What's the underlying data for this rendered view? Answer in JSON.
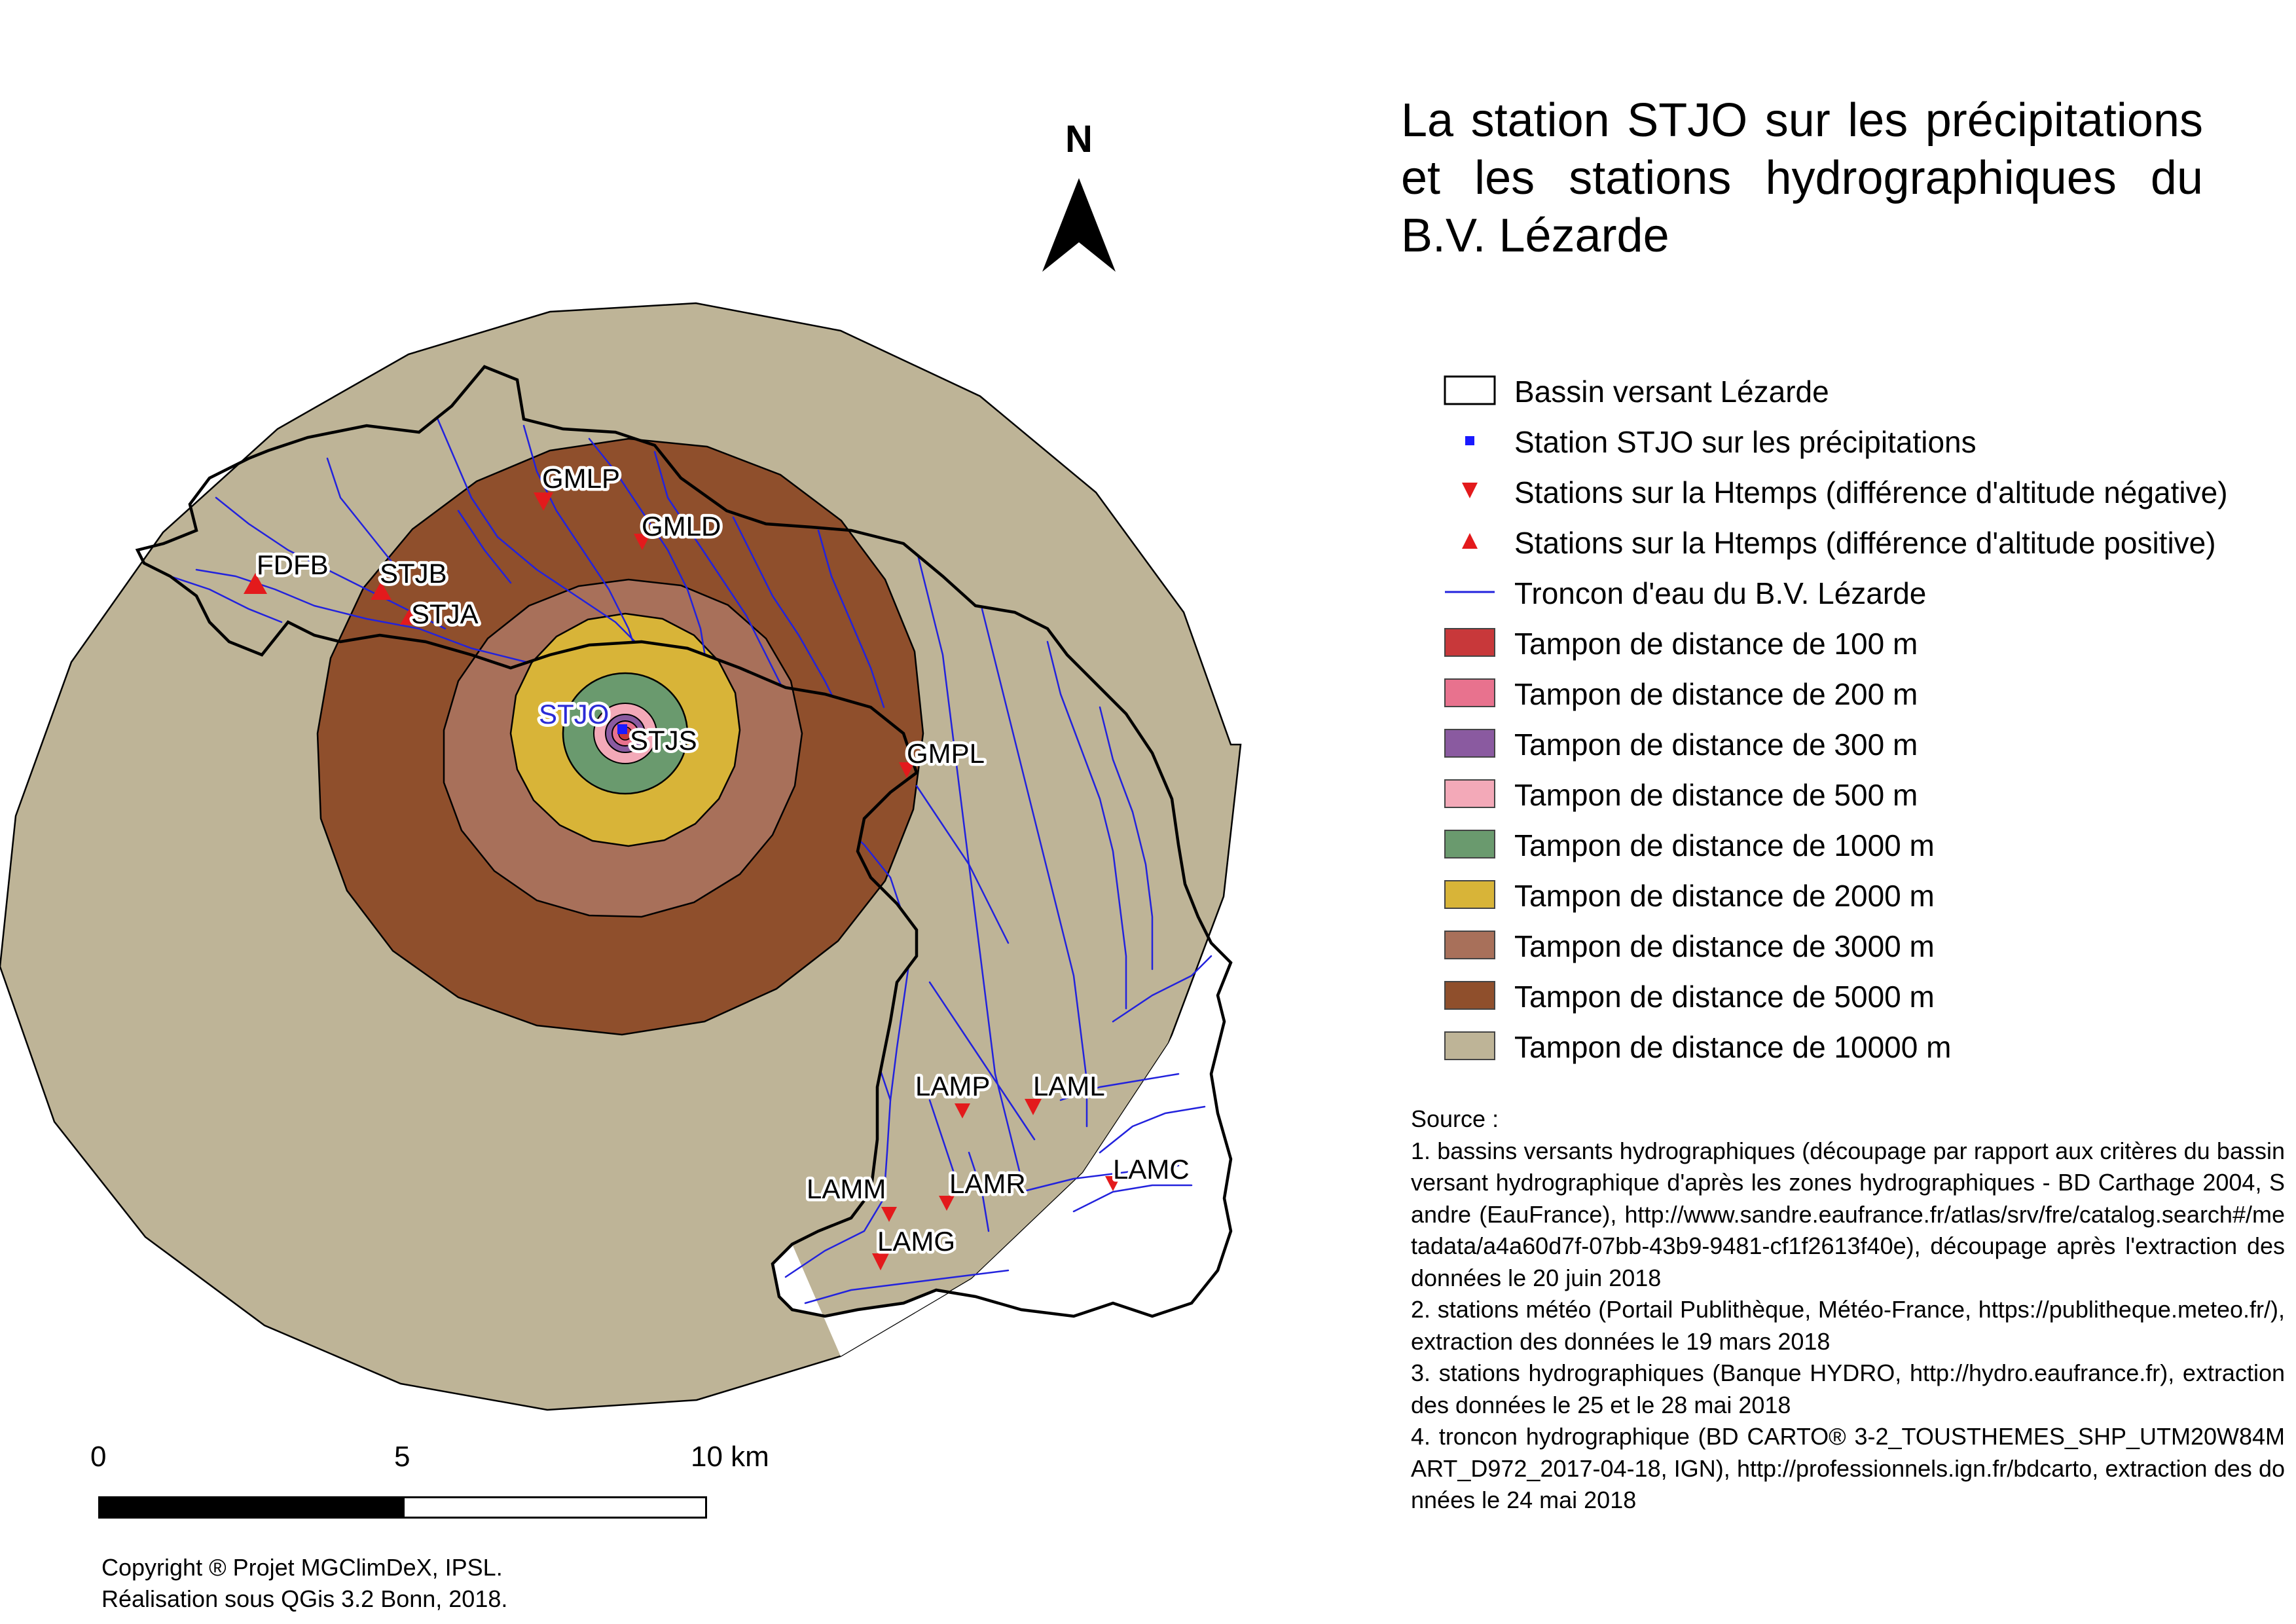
{
  "title": "La station STJO sur les précipitations et les stations hydrographiques du B.V. Lézarde",
  "north_label": "N",
  "legend": [
    {
      "type": "outline",
      "label": "Bassin versant Lézarde"
    },
    {
      "type": "square",
      "color": "#1a1aff",
      "label": "Station STJO sur les précipitations"
    },
    {
      "type": "tri-down",
      "color": "#e31a1c",
      "label": "Stations sur la Htemps (différence d'altitude négative)"
    },
    {
      "type": "tri-up",
      "color": "#e31a1c",
      "label": "Stations sur la Htemps (différence d'altitude positive)"
    },
    {
      "type": "line",
      "color": "#2222dd",
      "label": "Troncon d'eau du B.V. Lézarde"
    },
    {
      "type": "fill",
      "color": "#c8383a",
      "label": "Tampon de distance de 100 m"
    },
    {
      "type": "fill",
      "color": "#e8728e",
      "label": "Tampon de distance de 200 m"
    },
    {
      "type": "fill",
      "color": "#8a5aa0",
      "label": "Tampon de distance de 300 m"
    },
    {
      "type": "fill",
      "color": "#f3a9b8",
      "label": "Tampon de distance de 500 m"
    },
    {
      "type": "fill",
      "color": "#6a9a6e",
      "label": "Tampon de distance de 1000 m"
    },
    {
      "type": "fill",
      "color": "#d8b438",
      "label": "Tampon de distance de 2000 m"
    },
    {
      "type": "fill",
      "color": "#a8705a",
      "label": "Tampon de distance de 3000 m"
    },
    {
      "type": "fill",
      "color": "#8f4f2c",
      "label": "Tampon de distance de 5000 m"
    },
    {
      "type": "fill",
      "color": "#beb497",
      "label": "Tampon de distance de 10000 m"
    }
  ],
  "stations": {
    "precip": {
      "label": "STJO"
    },
    "negative": [
      "GMLP",
      "GMLD",
      "GMPL",
      "LAMP",
      "LAML",
      "LAMM",
      "LAMR",
      "LAMG",
      "LAMC"
    ],
    "positive": [
      "FDFB",
      "STJB",
      "STJA",
      "STJS"
    ]
  },
  "scale": {
    "ticks": [
      "0",
      "5",
      "10 km"
    ]
  },
  "sources": {
    "heading": "Source :",
    "items": [
      "1. bassins versants hydrographiques (découpage par rapport aux critères du bassin versant hydrographique d'après les zones hydrographiques - BD Carthage 2004, Sandre (EauFrance), http://www.sandre.eaufrance.fr/atlas/srv/fre/catalog.search#/metadata/a4a60d7f-07bb-43b9-9481-cf1f2613f40e), découpage après l'extraction des données le 20 juin 2018",
      "2. stations météo (Portail Publithèque, Météo-France, https://publitheque.meteo.fr/), extraction des données le 19 mars 2018",
      "3. stations hydrographiques (Banque HYDRO, http://hydro.eaufrance.fr), extraction des données le 25 et le 28 mai 2018",
      "4. troncon hydrographique (BD CARTO® 3-2_TOUSTHEMES_SHP_UTM20W84MART_D972_2017-04-18, IGN), http://professionnels.ign.fr/bdcarto, extraction des données le 24 mai 2018"
    ]
  },
  "credits": {
    "line1": "Copyright ® Projet MGClimDeX, IPSL.",
    "line2": "Réalisation sous QGis 3.2 Bonn, 2018."
  }
}
